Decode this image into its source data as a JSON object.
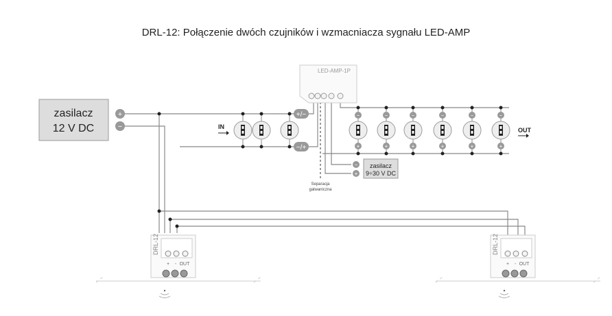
{
  "title": "DRL-12: Połączenie dwóch czujników i wzmacniacza sygnału LED-AMP",
  "psu_main": {
    "line1": "zasilacz",
    "line2": "12 V DC",
    "plus": "+",
    "minus": "−"
  },
  "led_amp": {
    "label": "LED-AMP-1P"
  },
  "badges": {
    "top": "+/−",
    "bottom": "−/+"
  },
  "strip": {
    "in": "IN",
    "out": "OUT",
    "minus": "−",
    "plus": "+"
  },
  "psu_aux": {
    "line1": "zasilacz",
    "line2": "9÷30 V DC",
    "minus": "−",
    "plus": "+"
  },
  "separation": {
    "line1": "Separacja",
    "line2": "galwaniczna"
  },
  "sensor": {
    "model": "DRL-12",
    "plus": "+",
    "minus": "-",
    "out": "OUT"
  }
}
